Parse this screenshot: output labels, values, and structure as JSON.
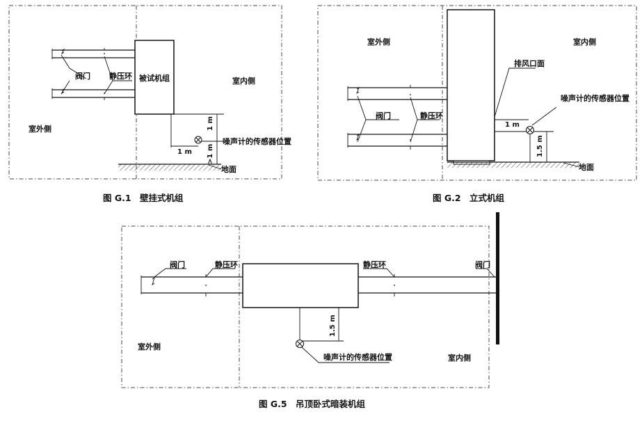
{
  "figures": [
    {
      "caption": "图 G.1　壁挂式机组",
      "labels": {
        "outdoor": "室外侧",
        "indoor": "室内侧",
        "unit": "被试机组",
        "valve": "阀门",
        "static_ring": "静压环",
        "sensor": "噪声计的传感器位置",
        "ground": "地面",
        "dim_h": "1 m",
        "dim_v_top": "1 m",
        "dim_v_bottom": ">1 m"
      }
    },
    {
      "caption": "图 G.2　立式机组",
      "labels": {
        "outdoor": "室外侧",
        "indoor": "室内侧",
        "exhaust": "排风口面",
        "valve": "阀门",
        "static_ring": "静压环",
        "sensor": "噪声计的传感器位置",
        "ground": "地面",
        "dim_h": "1 m",
        "dim_v": "1.5 m"
      }
    },
    {
      "caption": "图 G.5　吊顶卧式暗装机组",
      "labels": {
        "outdoor": "室外侧",
        "indoor": "室内侧",
        "valve_left": "阀门",
        "static_ring_left": "静压环",
        "static_ring_right": "静压环",
        "valve_right": "阀门",
        "sensor": "噪声计的传感器位置",
        "dim_v": "1.5 m"
      }
    }
  ]
}
